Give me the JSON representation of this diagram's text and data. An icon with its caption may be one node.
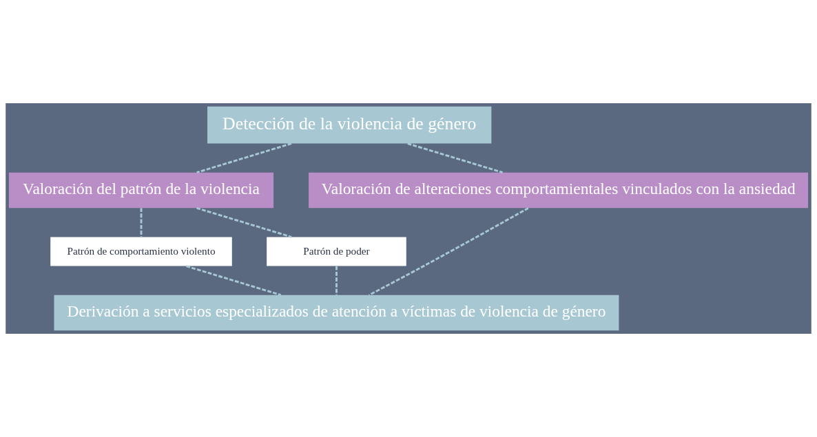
{
  "diagram": {
    "nodes": [
      {
        "text": [
          "Detección de la violencia de género"
        ]
      },
      {
        "text": [
          "Valoración del patrón de la violencia"
        ]
      },
      {
        "text": [
          "Valoración de alteraciones comportamientales vinculados con la ansiedad"
        ]
      },
      {
        "text": [
          "Patrón de comportamiento violento"
        ]
      },
      {
        "text": [
          "Patrón de poder"
        ]
      },
      {
        "text": [
          "Derivación a servicios especializados de atención a víctimas de violencia de género"
        ]
      }
    ],
    "edges": [
      {
        "from": 0,
        "to": 1,
        "arrow": "none",
        "style": "dashed"
      },
      {
        "from": 0,
        "to": 2,
        "arrow": "none",
        "style": "dashed"
      },
      {
        "from": 1,
        "to": 3,
        "arrow": "none",
        "style": "dashed"
      },
      {
        "from": 1,
        "to": 4,
        "arrow": "none",
        "style": "dashed"
      },
      {
        "from": 3,
        "to": 5,
        "arrow": "none",
        "style": "dashed"
      },
      {
        "from": 4,
        "to": 5,
        "arrow": "none",
        "style": "dashed"
      },
      {
        "from": 2,
        "to": 5,
        "arrow": "none",
        "style": "dashed"
      }
    ]
  }
}
